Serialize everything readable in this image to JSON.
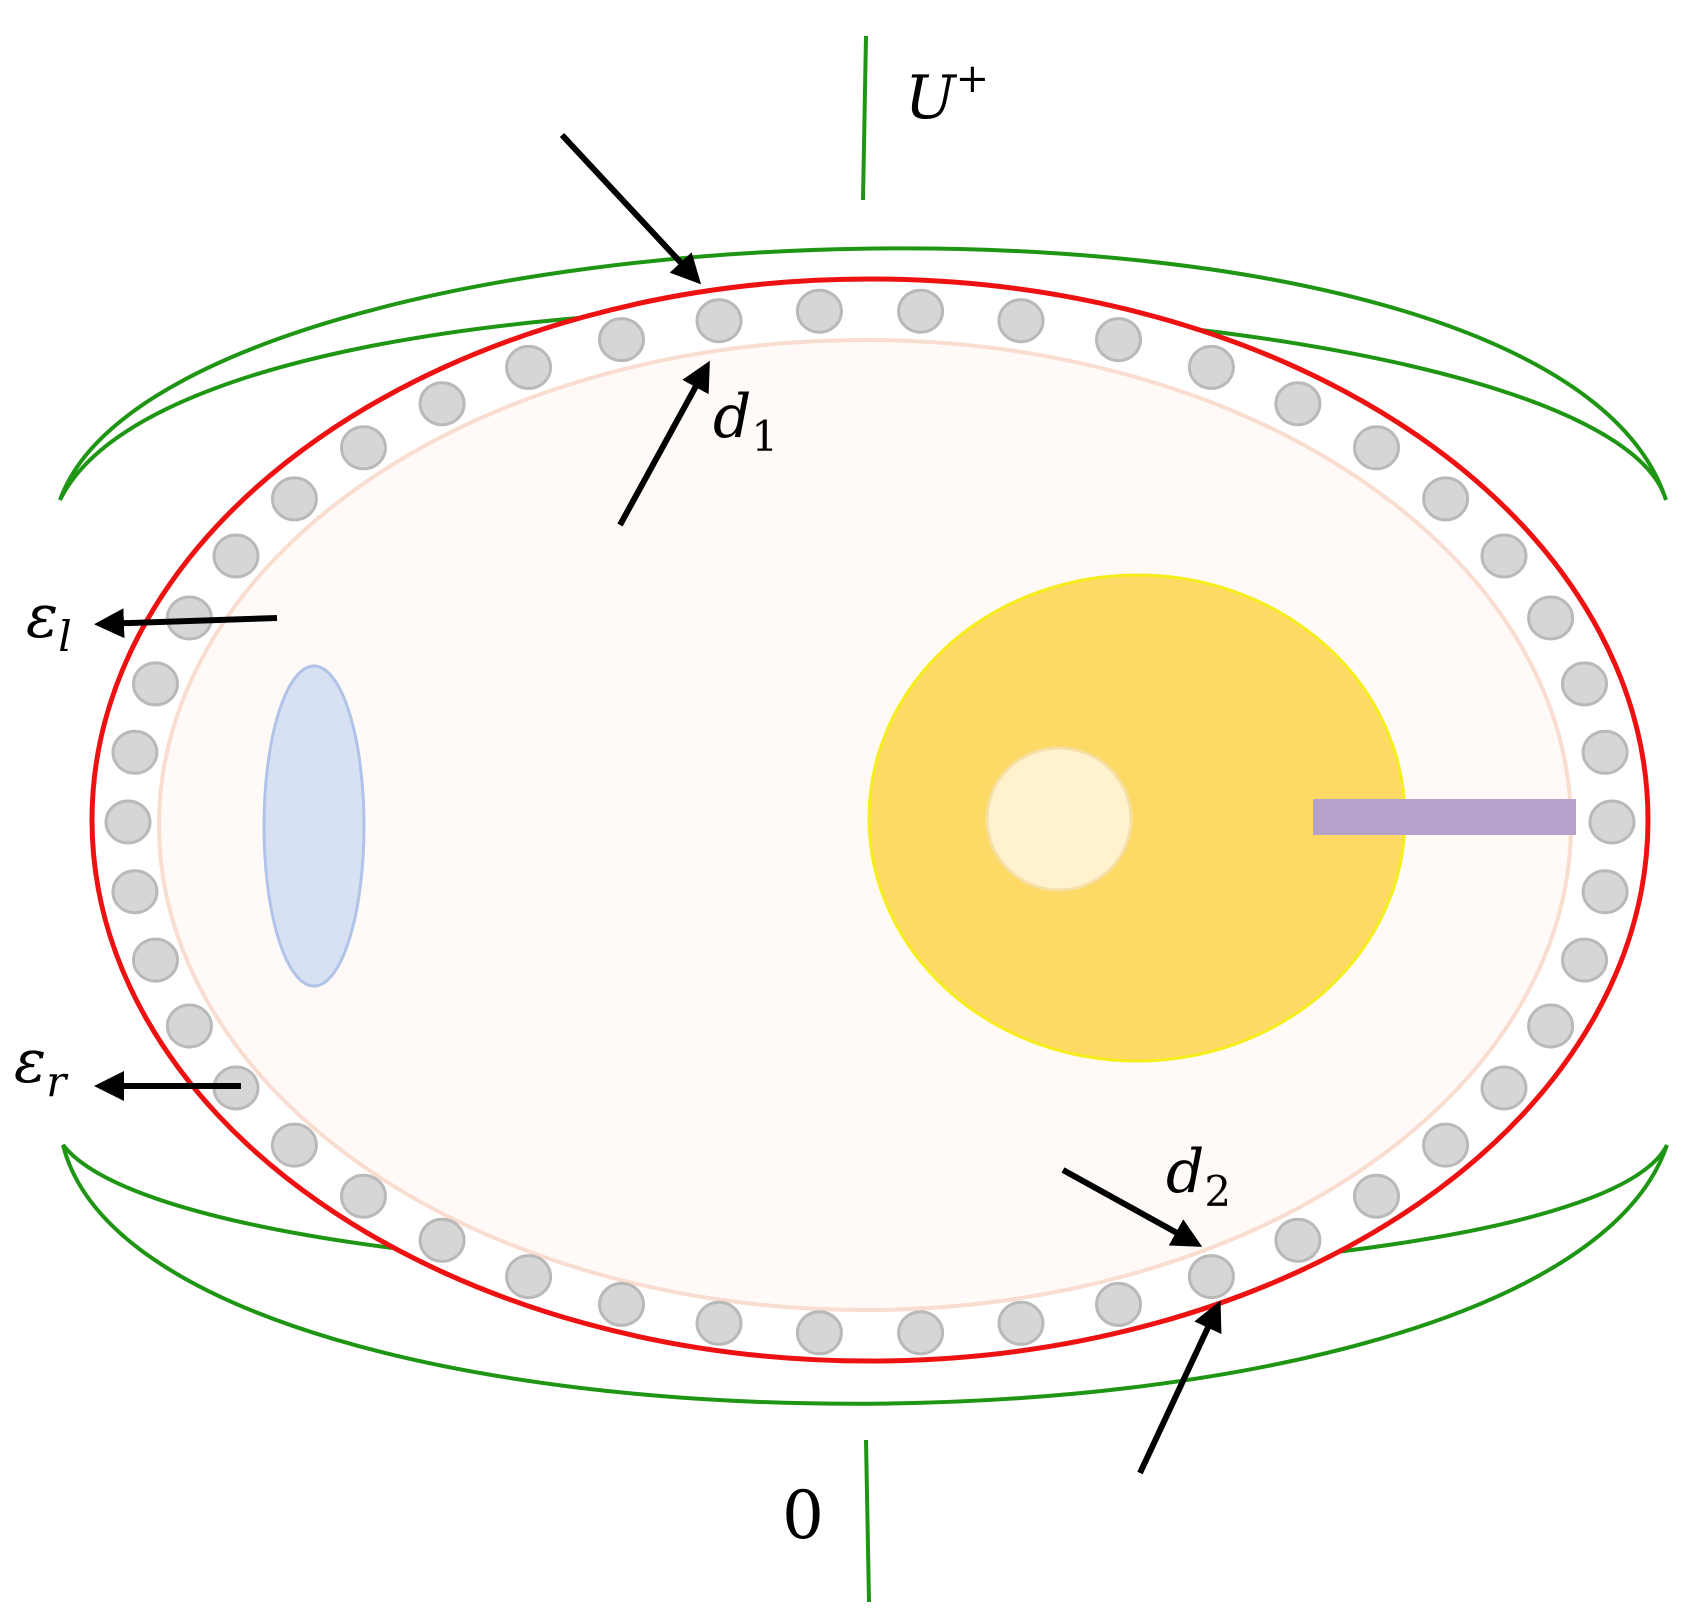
{
  "labels": {
    "top_voltage": {
      "main": "U",
      "sup": "+"
    },
    "bottom_voltage": "0",
    "d1": {
      "main": "d",
      "sub": "1"
    },
    "d2": {
      "main": "d",
      "sub": "2"
    },
    "eps_l": {
      "main": "ε",
      "sub": "l"
    },
    "eps_r": {
      "main": "ε",
      "sub": "r"
    }
  },
  "colors": {
    "electrode": "#1e9614",
    "membrane_outer": "#ee1111",
    "membrane_inner": "#f8ddd0",
    "cytoplasm": "#fffaf7",
    "particle": "#d6d6d6",
    "particle_stroke": "#b9b9b9",
    "vacuole": "#d8e1f3",
    "vacuole_stroke": "#b0c3e8",
    "nucleus": "#fdd966",
    "nucleus_stroke": "#f5ee1a",
    "nucleolus": "#fff2cc",
    "rod": "#b4a1cc",
    "arrow": "#000000"
  }
}
